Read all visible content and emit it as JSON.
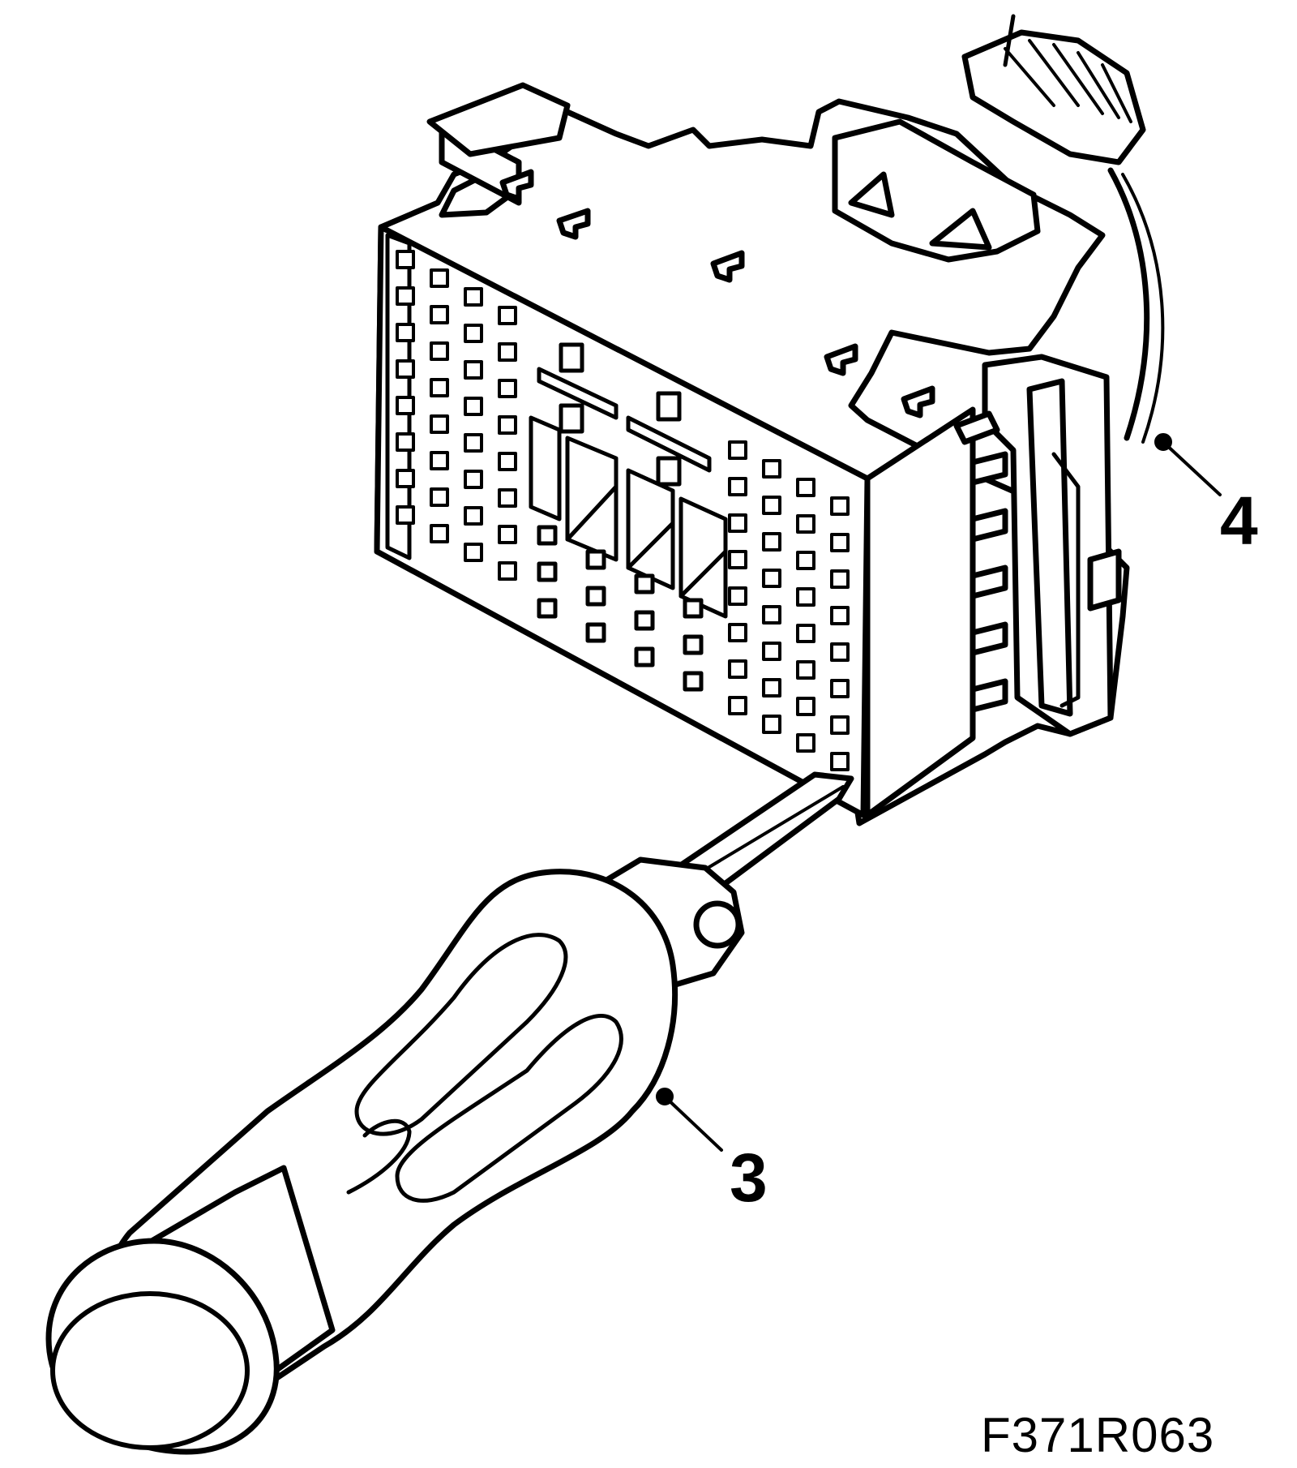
{
  "figure": {
    "code": "F371R063"
  },
  "callouts": [
    {
      "id": "3",
      "label": "3"
    },
    {
      "id": "4",
      "label": "4"
    }
  ],
  "colors": {
    "stroke": "#000000",
    "fill": "#ffffff"
  }
}
